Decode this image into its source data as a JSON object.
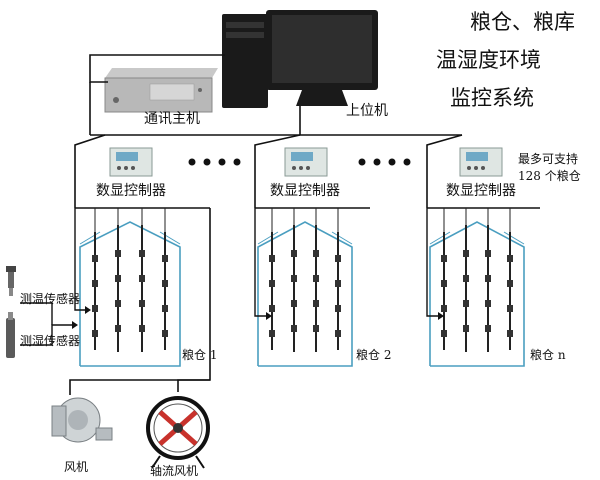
{
  "title": {
    "line1": "粮仓、粮库",
    "line2": "温湿度环境",
    "line3": "监控系统"
  },
  "labels": {
    "comm_host": "通讯主机",
    "upper_pc": "上位机",
    "controller_1": "数显控制器",
    "controller_2": "数显控制器",
    "controller_n": "数显控制器",
    "max_support_line1": "最多可支持",
    "max_support_line2": "128 个粮仓",
    "temp_sensor": "测温传感器",
    "humidity_sensor": "测湿传感器",
    "silo_1": "粮仓 1",
    "silo_2": "粮仓 2",
    "silo_n": "粮仓 n",
    "blower": "风机",
    "axial_fan": "轴流风机"
  },
  "colors": {
    "line": "#111111",
    "silo_outline": "#4a9ec0",
    "controller_body": "#dfe6e3",
    "controller_screen": "#6fa9c6",
    "fan_red": "#c8322c"
  }
}
